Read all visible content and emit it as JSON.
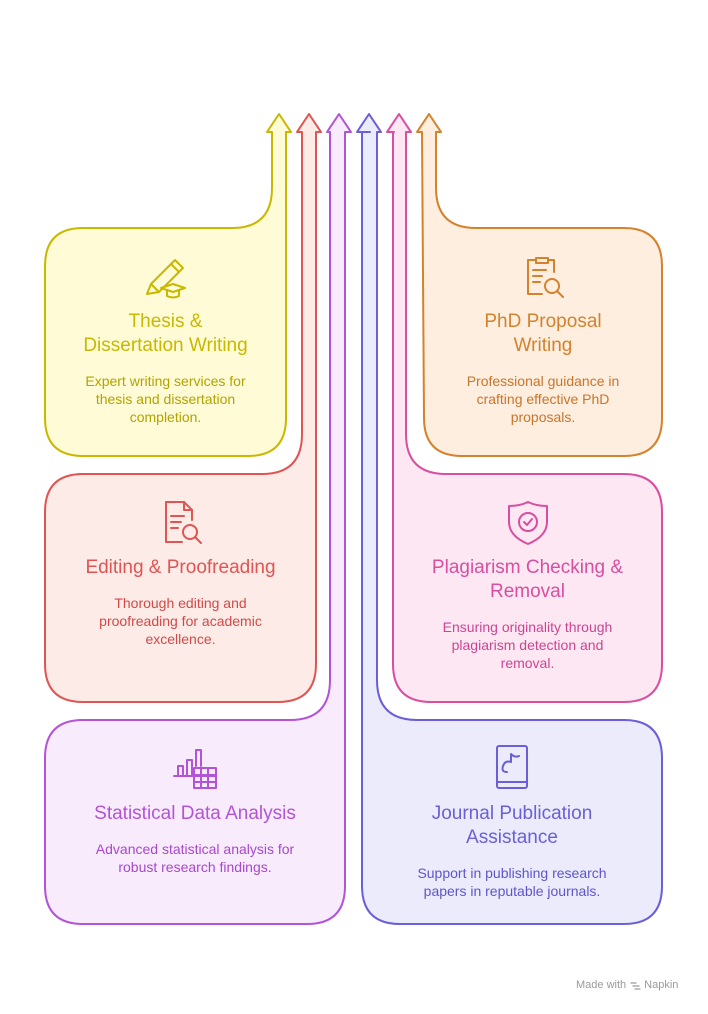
{
  "cards": {
    "thesis": {
      "title": "Thesis &\nDissertation Writing",
      "desc": "Expert writing services for\nthesis and dissertation\ncompletion.",
      "color": "#c9b800",
      "fill": "#fefbd6",
      "icon": "pencil-graduation-cap-icon"
    },
    "phd": {
      "title": "PhD Proposal\nWriting",
      "desc": "Professional guidance in\ncrafting effective PhD\nproposals.",
      "color": "#d4822b",
      "fill": "#fdeedf",
      "icon": "clipboard-search-icon"
    },
    "editing": {
      "title": "Editing & Proofreading",
      "desc": "Thorough editing and\nproofreading for academic\nexcellence.",
      "color": "#e05552",
      "fill": "#fdebe8",
      "icon": "document-search-icon"
    },
    "plagiarism": {
      "title": "Plagiarism Checking &\nRemoval",
      "desc": "Ensuring originality through\nplagiarism detection and\nremoval.",
      "color": "#d94ea0",
      "fill": "#fce7f2",
      "icon": "shield-check-icon"
    },
    "stats": {
      "title": "Statistical Data Analysis",
      "desc": "Advanced statistical analysis for\nrobust research findings.",
      "color": "#b353d8",
      "fill": "#f8ecfc",
      "icon": "bar-chart-table-icon"
    },
    "journal": {
      "title": "Journal Publication\nAssistance",
      "desc": "Support in publishing research\npapers in reputable journals.",
      "color": "#6a5fd8",
      "fill": "#ecebfc",
      "icon": "book-icon"
    }
  },
  "footer": {
    "made_with": "Made with",
    "brand": "Napkin"
  }
}
